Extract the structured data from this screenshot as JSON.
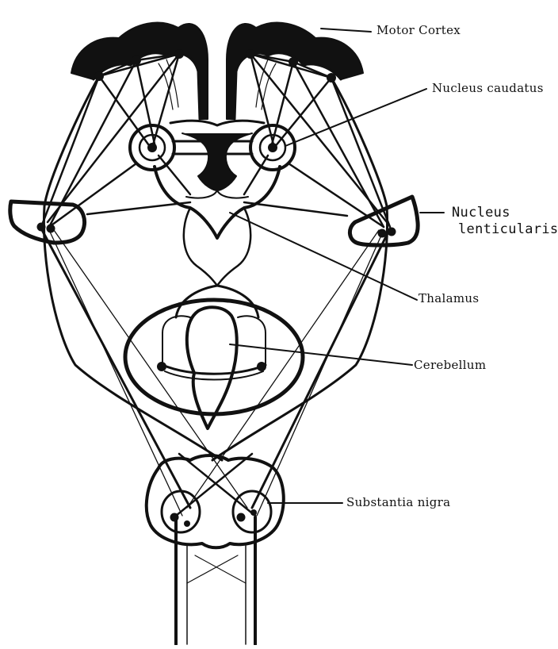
{
  "labels": {
    "motor_cortex": "Motor Cortex",
    "nucleus_caudatus": "Nucleus caudatus",
    "nucleus_lenticularis_line1": "Nucleus",
    "nucleus_lenticularis_line2": "lenticularis",
    "thalamus": "Thalamus",
    "cerebellum": "Cerebellum",
    "substantia_nigra": "Substantia nigra"
  },
  "colors": {
    "ink": "#111111",
    "background": "#ffffff"
  }
}
